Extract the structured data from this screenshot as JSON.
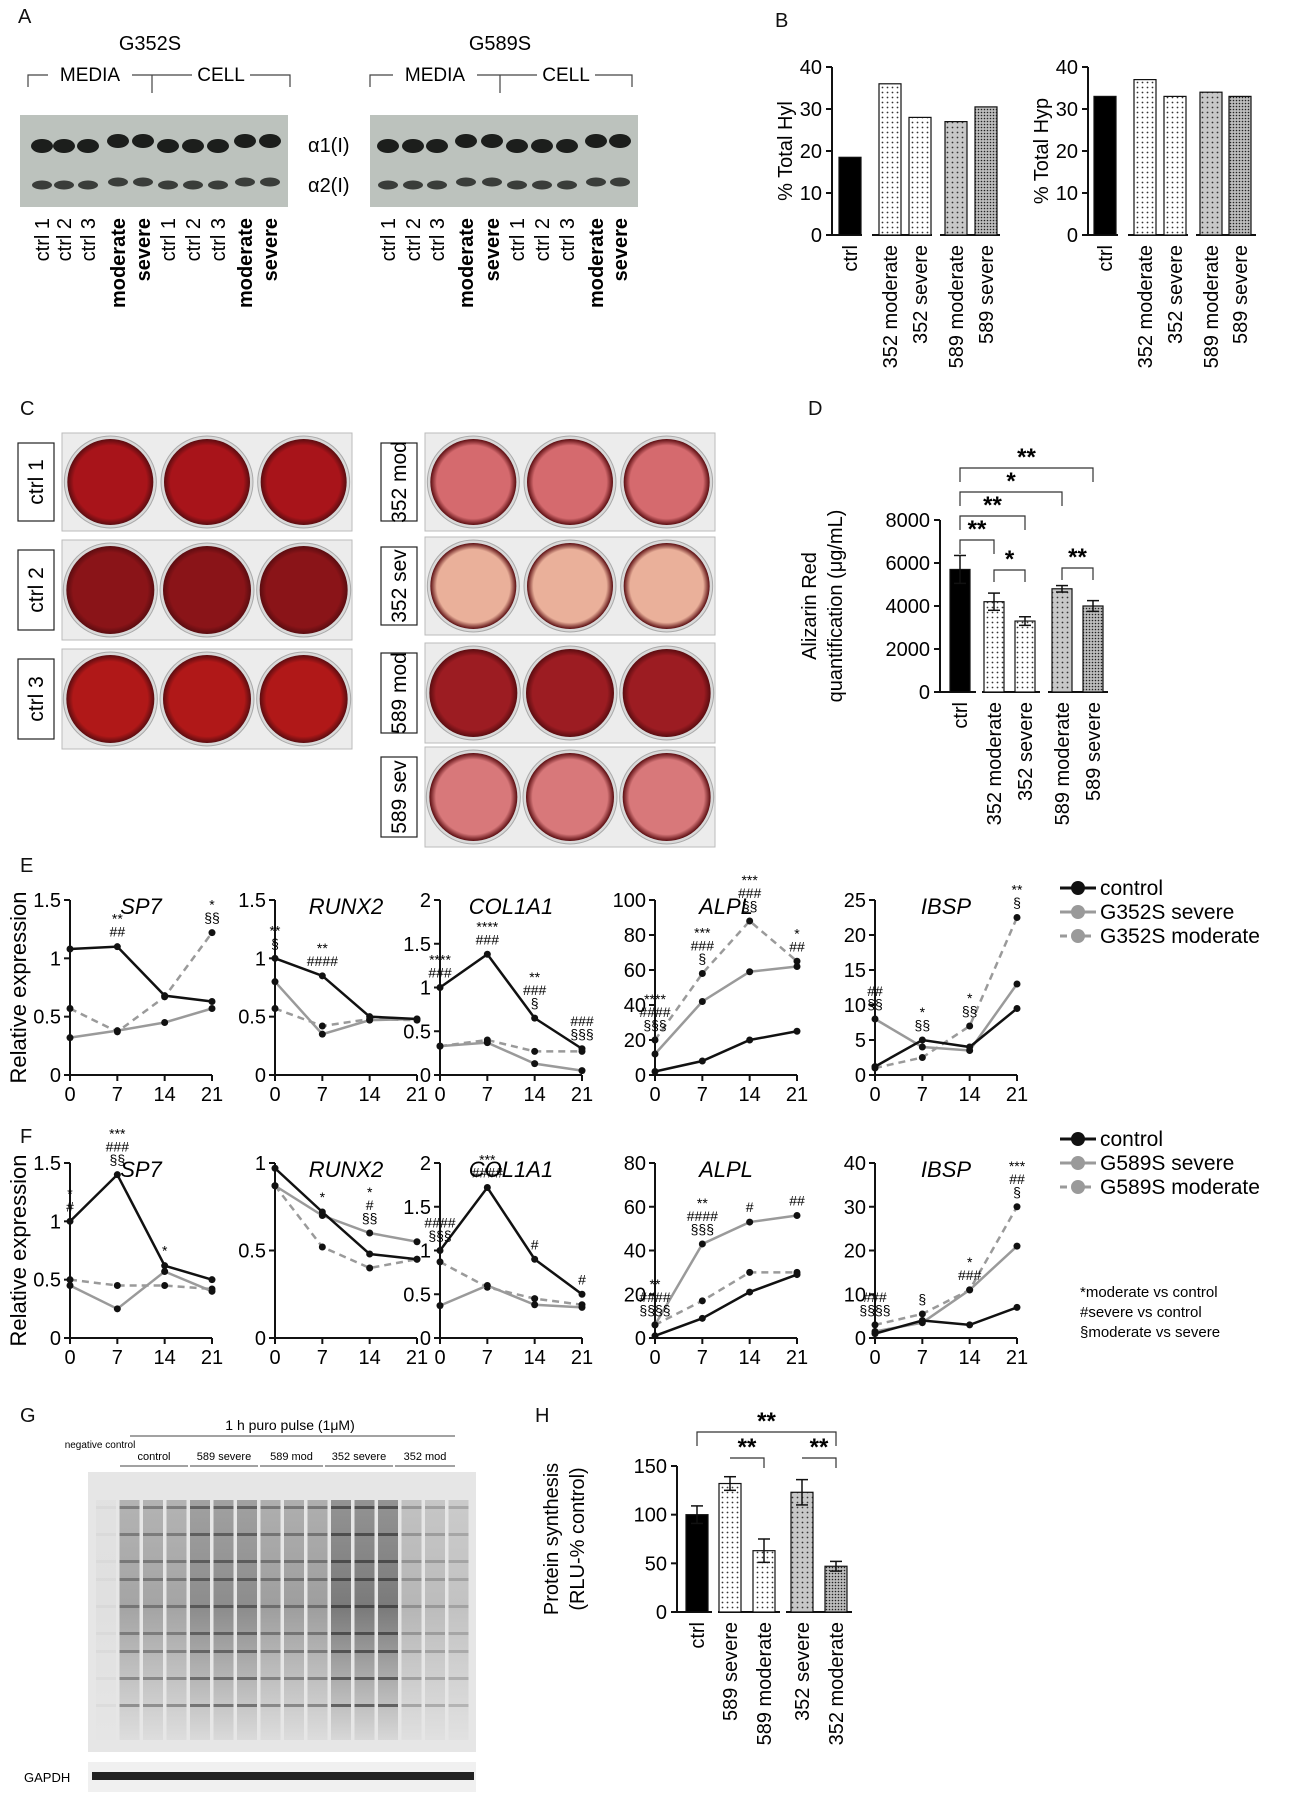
{
  "labels": {
    "A": "A",
    "B": "B",
    "C": "C",
    "D": "D",
    "E": "E",
    "F": "F",
    "G": "G",
    "H": "H"
  },
  "panelA": {
    "blots": [
      {
        "title": "G352S",
        "groups": [
          "MEDIA",
          "CELL"
        ],
        "lanes": [
          "ctrl 1",
          "ctrl 2",
          "ctrl 3",
          "moderate",
          "severe",
          "ctrl 1",
          "ctrl 2",
          "ctrl 3",
          "moderate",
          "severe"
        ],
        "bold_lanes": [
          3,
          4,
          8,
          9
        ]
      },
      {
        "title": "G589S",
        "groups": [
          "MEDIA",
          "CELL"
        ],
        "lanes": [
          "ctrl 1",
          "ctrl 2",
          "ctrl 3",
          "moderate",
          "severe",
          "ctrl 1",
          "ctrl 2",
          "ctrl 3",
          "moderate",
          "severe"
        ],
        "bold_lanes": [
          3,
          4,
          8,
          9
        ]
      }
    ],
    "band_labels": [
      "α1(I)",
      "α2(I)"
    ]
  },
  "panelC": {
    "rows_left": [
      "ctrl 1",
      "ctrl 2",
      "ctrl 3"
    ],
    "rows_right": [
      "352 mod",
      "352 sev",
      "589 mod",
      "589 sev"
    ],
    "colors": {
      "ctrl 1": "#a8141a",
      "ctrl 2": "#8a1418",
      "ctrl 3": "#b01818",
      "352 mod": "#d56a6e",
      "352 sev": "#eab09a",
      "589 mod": "#9c1c22",
      "589 sev": "#d8787a"
    }
  },
  "panelG": {
    "header": "1 h puro pulse (1μM)",
    "negative": "negative control",
    "groups": [
      "control",
      "589 severe",
      "589 mod",
      "352 severe",
      "352 mod"
    ],
    "loading": "GAPDH"
  },
  "chart_data": [
    {
      "id": "B1",
      "type": "bar",
      "categories": [
        "ctrl",
        "352 moderate",
        "352 severe",
        "589 moderate",
        "589 severe"
      ],
      "values": [
        18.5,
        36,
        28,
        27,
        30.5
      ],
      "ylabel": "% Total Hyl",
      "ylim": [
        0,
        40
      ],
      "yticks": [
        0,
        10,
        20,
        30,
        40
      ]
    },
    {
      "id": "B2",
      "type": "bar",
      "categories": [
        "ctrl",
        "352 moderate",
        "352 severe",
        "589 moderate",
        "589 severe"
      ],
      "values": [
        33,
        37,
        33,
        34,
        33
      ],
      "ylabel": "% Total Hyp",
      "ylim": [
        0,
        40
      ],
      "yticks": [
        0,
        10,
        20,
        30,
        40
      ]
    },
    {
      "id": "D",
      "type": "bar",
      "categories": [
        "ctrl",
        "352 moderate",
        "352 severe",
        "589 moderate",
        "589 severe"
      ],
      "values": [
        5700,
        4200,
        3300,
        4800,
        4000
      ],
      "errors": [
        650,
        400,
        200,
        150,
        250
      ],
      "ylabel": "Alizarin Red quantification (μg/mL)",
      "ylim": [
        0,
        8000
      ],
      "yticks": [
        0,
        2000,
        4000,
        6000,
        8000
      ],
      "brackets": [
        {
          "from": 0,
          "to": 4,
          "label": "**"
        },
        {
          "from": 0,
          "to": 3,
          "label": "*"
        },
        {
          "from": 0,
          "to": 2,
          "label": "**"
        },
        {
          "from": 0,
          "to": 1,
          "label": "**"
        },
        {
          "from": 1,
          "to": 2,
          "label": "*"
        },
        {
          "from": 3,
          "to": 4,
          "label": "**"
        }
      ]
    },
    {
      "id": "H",
      "type": "bar",
      "categories": [
        "ctrl",
        "589 severe",
        "589 moderate",
        "352 severe",
        "352 moderate"
      ],
      "values": [
        100,
        132,
        63,
        123,
        47
      ],
      "errors": [
        9,
        7,
        12,
        13,
        5
      ],
      "ylabel": "Protein synthesis (RLU-% control)",
      "ylim": [
        0,
        150
      ],
      "yticks": [
        0,
        50,
        100,
        150
      ],
      "brackets": [
        {
          "from": 0,
          "to": 4,
          "label": "**"
        },
        {
          "from": 1,
          "to": 2,
          "label": "**"
        },
        {
          "from": 3,
          "to": 4,
          "label": "**"
        }
      ]
    },
    {
      "id": "E",
      "type": "line",
      "ylabel": "Relative expression",
      "x": [
        0,
        7,
        14,
        21
      ],
      "legend": [
        "control",
        "G352S severe",
        "G352S moderate"
      ],
      "subplots": [
        {
          "title": "SP7",
          "ylim": [
            0,
            1.5
          ],
          "yticks": [
            "0",
            "0.5",
            "1",
            "1.5"
          ],
          "yvals": [
            0,
            0.5,
            1,
            1.5
          ],
          "control": [
            1.08,
            1.1,
            0.68,
            0.63
          ],
          "severe": [
            0.32,
            0.38,
            0.45,
            0.57
          ],
          "moderate": [
            0.57,
            0.37,
            0.67,
            1.22
          ],
          "annot": [
            {
              "x": 7,
              "lines": [
                "**",
                "##"
              ]
            },
            {
              "x": 21,
              "lines": [
                "*",
                "§§"
              ]
            }
          ]
        },
        {
          "title": "RUNX2",
          "ylim": [
            0,
            1.5
          ],
          "yticks": [
            "0",
            "0.5",
            "1",
            "1.5"
          ],
          "yvals": [
            0,
            0.5,
            1,
            1.5
          ],
          "control": [
            1.0,
            0.85,
            0.5,
            0.48
          ],
          "severe": [
            0.8,
            0.35,
            0.47,
            0.48
          ],
          "moderate": [
            0.57,
            0.42,
            0.48,
            0.47
          ],
          "annot": [
            {
              "x": 0,
              "lines": [
                "**",
                "§"
              ]
            },
            {
              "x": 7,
              "lines": [
                "**",
                "####"
              ]
            }
          ]
        },
        {
          "title": "COL1A1",
          "ylim": [
            0,
            2
          ],
          "yticks": [
            "0",
            "0.5",
            "1",
            "1.5",
            "2"
          ],
          "yvals": [
            0,
            0.5,
            1,
            1.5,
            2
          ],
          "control": [
            1.0,
            1.38,
            0.65,
            0.3
          ],
          "severe": [
            0.33,
            0.37,
            0.13,
            0.05
          ],
          "moderate": [
            0.33,
            0.4,
            0.27,
            0.27
          ],
          "annot": [
            {
              "x": 0,
              "lines": [
                "****",
                "###"
              ]
            },
            {
              "x": 7,
              "lines": [
                "****",
                "###"
              ]
            },
            {
              "x": 14,
              "lines": [
                "**",
                "###",
                "§"
              ]
            },
            {
              "x": 21,
              "lines": [
                "###",
                "§§§"
              ]
            }
          ]
        },
        {
          "title": "ALPL",
          "ylim": [
            0,
            100
          ],
          "yticks": [
            "0",
            "20",
            "40",
            "60",
            "80",
            "100"
          ],
          "yvals": [
            0,
            20,
            40,
            60,
            80,
            100
          ],
          "control": [
            2,
            8,
            20,
            25
          ],
          "severe": [
            12,
            42,
            59,
            62
          ],
          "moderate": [
            20,
            58,
            88,
            65
          ],
          "annot": [
            {
              "x": 0,
              "lines": [
                "****",
                "####",
                "§§§"
              ]
            },
            {
              "x": 7,
              "lines": [
                "***",
                "###",
                "§"
              ]
            },
            {
              "x": 14,
              "lines": [
                "***",
                "###",
                "§§"
              ]
            },
            {
              "x": 21,
              "lines": [
                "*",
                "##"
              ]
            }
          ]
        },
        {
          "title": "IBSP",
          "ylim": [
            0,
            25
          ],
          "yticks": [
            "0",
            "5",
            "10",
            "15",
            "20",
            "25"
          ],
          "yvals": [
            0,
            5,
            10,
            15,
            20,
            25
          ],
          "control": [
            1.2,
            5,
            4,
            9.5
          ],
          "severe": [
            8,
            4,
            3.5,
            13
          ],
          "moderate": [
            1,
            2.5,
            7,
            22.5
          ],
          "annot": [
            {
              "x": 0,
              "lines": [
                "##",
                "§§"
              ]
            },
            {
              "x": 7,
              "lines": [
                "*",
                "§§"
              ]
            },
            {
              "x": 14,
              "lines": [
                "*",
                "§§"
              ]
            },
            {
              "x": 21,
              "lines": [
                "**",
                "§"
              ]
            }
          ]
        }
      ]
    },
    {
      "id": "F",
      "type": "line",
      "ylabel": "Relative expression",
      "x": [
        0,
        7,
        14,
        21
      ],
      "legend": [
        "control",
        "G589S severe",
        "G589S moderate"
      ],
      "footnotes": [
        "*moderate vs control",
        "#severe vs control",
        "§moderate vs severe"
      ],
      "subplots": [
        {
          "title": "SP7",
          "ylim": [
            0,
            1.5
          ],
          "yticks": [
            "0",
            "0.5",
            "1",
            "1.5"
          ],
          "yvals": [
            0,
            0.5,
            1,
            1.5
          ],
          "control": [
            1.0,
            1.4,
            0.62,
            0.5
          ],
          "severe": [
            0.45,
            0.25,
            0.57,
            0.4
          ],
          "moderate": [
            0.5,
            0.45,
            0.45,
            0.42
          ],
          "annot": [
            {
              "x": 0,
              "lines": [
                "*",
                "#"
              ]
            },
            {
              "x": 7,
              "lines": [
                "***",
                "###",
                "§§"
              ]
            },
            {
              "x": 14,
              "lines": [
                "*"
              ]
            }
          ]
        },
        {
          "title": "RUNX2",
          "ylim": [
            0,
            1
          ],
          "yticks": [
            "0",
            "0.5",
            "1"
          ],
          "yvals": [
            0,
            0.5,
            1
          ],
          "control": [
            0.97,
            0.72,
            0.48,
            0.45
          ],
          "severe": [
            0.87,
            0.7,
            0.6,
            0.55
          ],
          "moderate": [
            0.87,
            0.52,
            0.4,
            0.45
          ],
          "annot": [
            {
              "x": 7,
              "lines": [
                "*"
              ]
            },
            {
              "x": 14,
              "lines": [
                "*",
                "#",
                "§§"
              ]
            }
          ]
        },
        {
          "title": "COL1A1",
          "ylim": [
            0,
            2
          ],
          "yticks": [
            "0",
            "0.5",
            "1",
            "1.5",
            "2"
          ],
          "yvals": [
            0,
            0.5,
            1,
            1.5,
            2
          ],
          "control": [
            1.0,
            1.72,
            0.9,
            0.5
          ],
          "severe": [
            0.37,
            0.6,
            0.38,
            0.35
          ],
          "moderate": [
            0.87,
            0.58,
            0.45,
            0.38
          ],
          "annot": [
            {
              "x": 0,
              "lines": [
                "####",
                "§§§"
              ]
            },
            {
              "x": 7,
              "lines": [
                "***",
                "####"
              ]
            },
            {
              "x": 14,
              "lines": [
                "#"
              ]
            },
            {
              "x": 21,
              "lines": [
                "#"
              ]
            }
          ]
        },
        {
          "title": "ALPL",
          "ylim": [
            0,
            80
          ],
          "yticks": [
            "0",
            "20",
            "40",
            "60",
            "80"
          ],
          "yvals": [
            0,
            20,
            40,
            60,
            80
          ],
          "control": [
            1,
            9,
            21,
            29
          ],
          "severe": [
            6,
            43,
            53,
            56
          ],
          "moderate": [
            6,
            17,
            30,
            30
          ],
          "annot": [
            {
              "x": 0,
              "lines": [
                "**",
                "####",
                "§§§§"
              ]
            },
            {
              "x": 7,
              "lines": [
                "**",
                "####",
                "§§§"
              ]
            },
            {
              "x": 14,
              "lines": [
                "#"
              ]
            },
            {
              "x": 21,
              "lines": [
                "##"
              ]
            }
          ]
        },
        {
          "title": "IBSP",
          "ylim": [
            0,
            40
          ],
          "yticks": [
            "0",
            "10",
            "20",
            "30",
            "40"
          ],
          "yvals": [
            0,
            10,
            20,
            30,
            40
          ],
          "control": [
            1,
            4,
            3,
            7
          ],
          "severe": [
            1.5,
            3.5,
            11,
            21
          ],
          "moderate": [
            3,
            5.5,
            11,
            30
          ],
          "annot": [
            {
              "x": 0,
              "lines": [
                "###",
                "§§§§"
              ]
            },
            {
              "x": 7,
              "lines": [
                "§"
              ]
            },
            {
              "x": 14,
              "lines": [
                "*",
                "###"
              ]
            },
            {
              "x": 21,
              "lines": [
                "***",
                "##",
                "§"
              ]
            }
          ]
        }
      ]
    }
  ]
}
